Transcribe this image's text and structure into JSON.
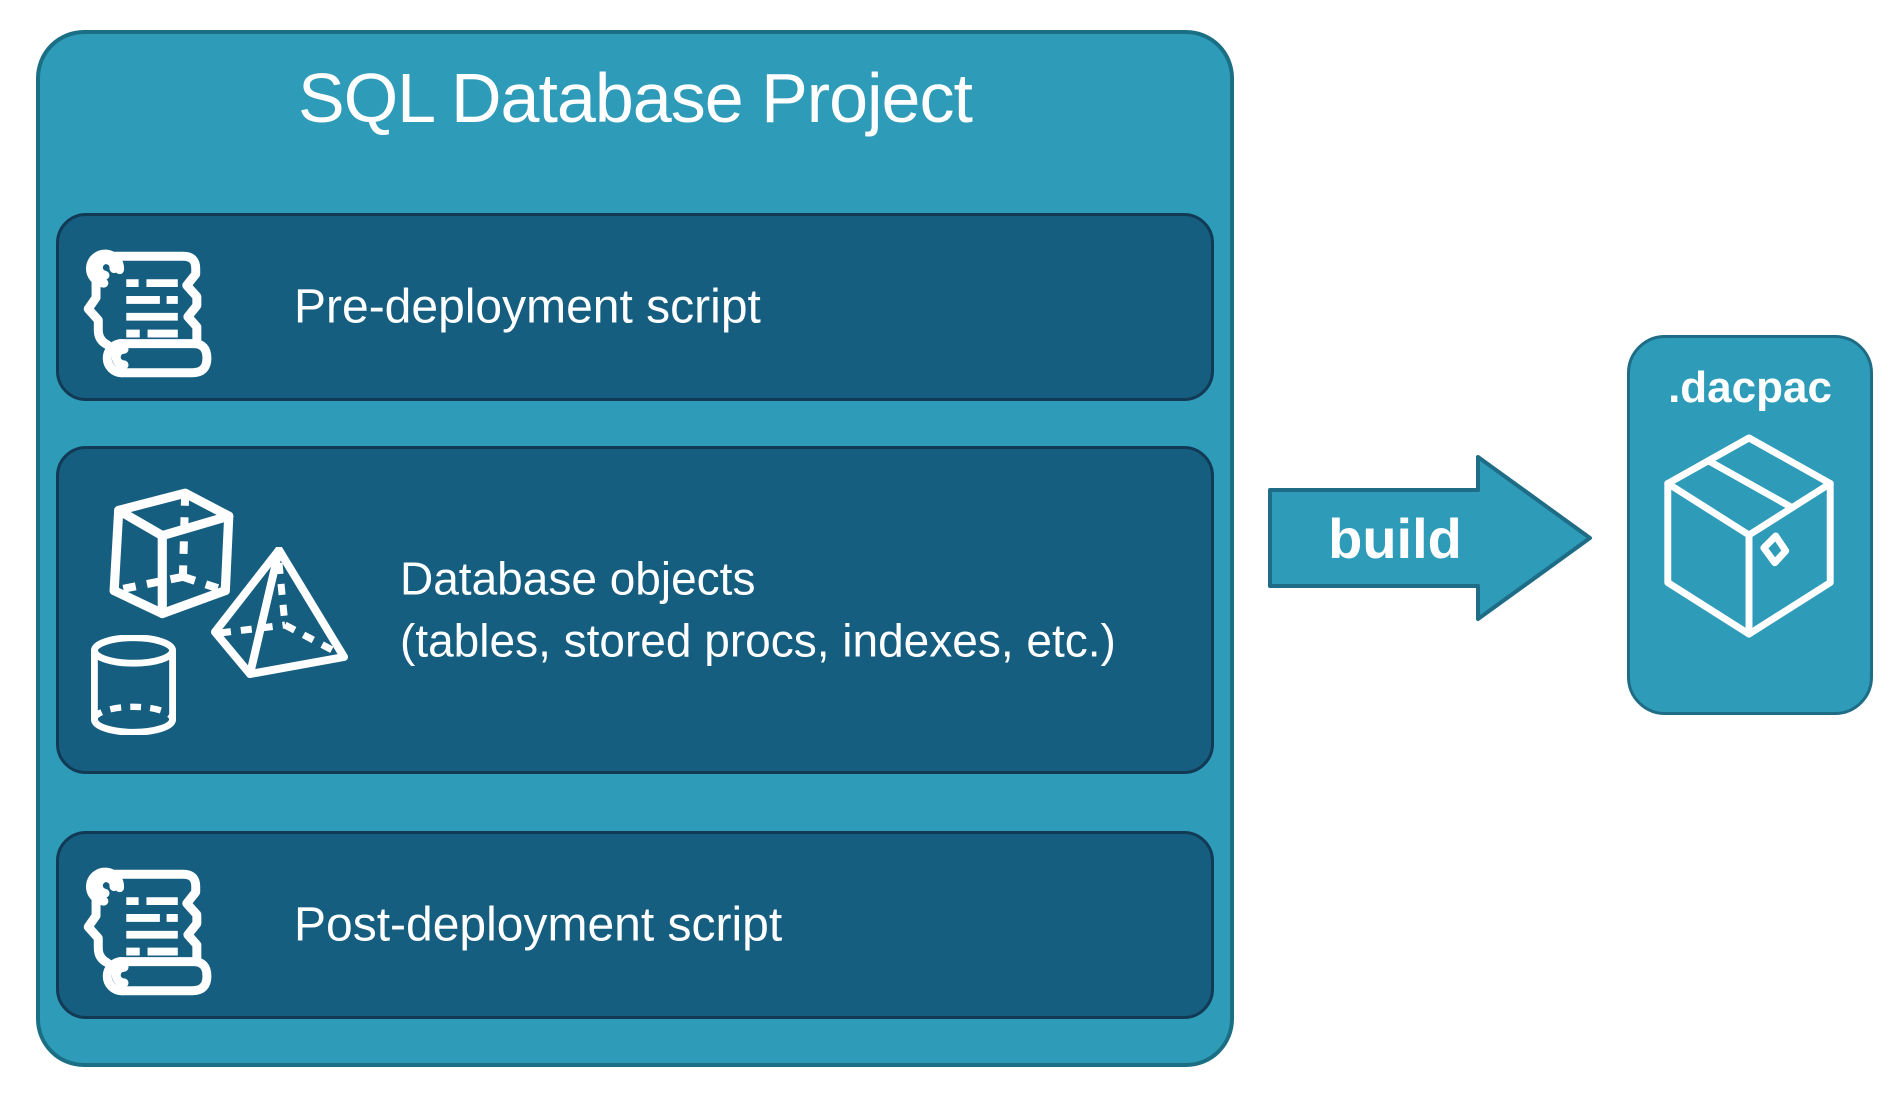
{
  "colors": {
    "page_bg": "#FFFFFF",
    "container_fill": "#2E9BB8",
    "container_border": "#1B6F85",
    "item_fill": "#165E80",
    "item_border": "#123A55",
    "arrow_fill": "#2E9BB8",
    "arrow_border": "#1E6C85",
    "text": "#FFFFFF"
  },
  "project": {
    "title": "SQL Database Project",
    "boxes": [
      {
        "label": "Pre-deployment script",
        "icon": "scroll-icon"
      },
      {
        "label_line1": "Database objects",
        "label_line2": "(tables, stored procs, indexes, etc.)",
        "icons": [
          "cube-icon",
          "pyramid-icon",
          "cylinder-icon"
        ]
      },
      {
        "label": "Post-deployment script",
        "icon": "scroll-icon"
      }
    ]
  },
  "arrow": {
    "label": "build"
  },
  "output": {
    "label": ".dacpac",
    "icon": "package-icon"
  }
}
